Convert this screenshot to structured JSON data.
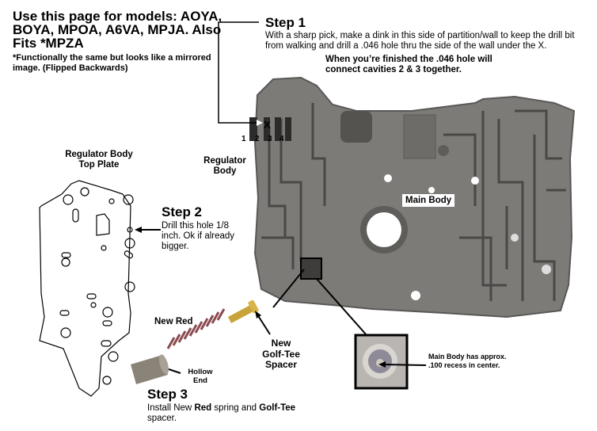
{
  "header": {
    "models_text": "Use this page for models: AOYA, BOYA, MPOA, A6VA, MPJA. Also Fits *MPZA",
    "footnote": "*Functionally the same but looks like a mirrored image. (Flipped Backwards)"
  },
  "step1": {
    "title": "Step 1",
    "body": "With a sharp pick, make a dink in this side of partition/wall to keep the drill bit from walking and drill a .046 hole thru the side of the wall under the X.",
    "note": "When you’re finished the .046 hole will connect cavities 2 & 3 together.",
    "marker": "X",
    "cavities": [
      "1",
      "2",
      "3",
      "4"
    ]
  },
  "labels": {
    "regulator_body_top_plate_line1": "Regulator Body",
    "regulator_body_top_plate_line2": "Top Plate",
    "regulator_body_line1": "Regulator",
    "regulator_body_line2": "Body",
    "main_body": "Main Body"
  },
  "step2": {
    "title": "Step 2",
    "body": "Drill this hole 1/8 inch. Ok if already bigger."
  },
  "parts": {
    "new_red": "New Red",
    "golf_tee_line1": "New",
    "golf_tee_line2": "Golf-Tee",
    "golf_tee_line3": "Spacer",
    "hollow_line1": "Hollow",
    "hollow_line2": "End"
  },
  "step3": {
    "title": "Step 3",
    "body_pre": "Install New ",
    "body_red": "Red",
    "body_mid": " spring and ",
    "body_golf": "Golf-Tee",
    "body_post": " spacer."
  },
  "detail": {
    "recess_note": "Main Body has approx. .100 recess in center."
  },
  "colors": {
    "casting": "#7d7b78",
    "casting_dark": "#4a4846",
    "spring": "#8a4a50",
    "brass": "#c8a43a",
    "sleeve": "#8a8478"
  }
}
